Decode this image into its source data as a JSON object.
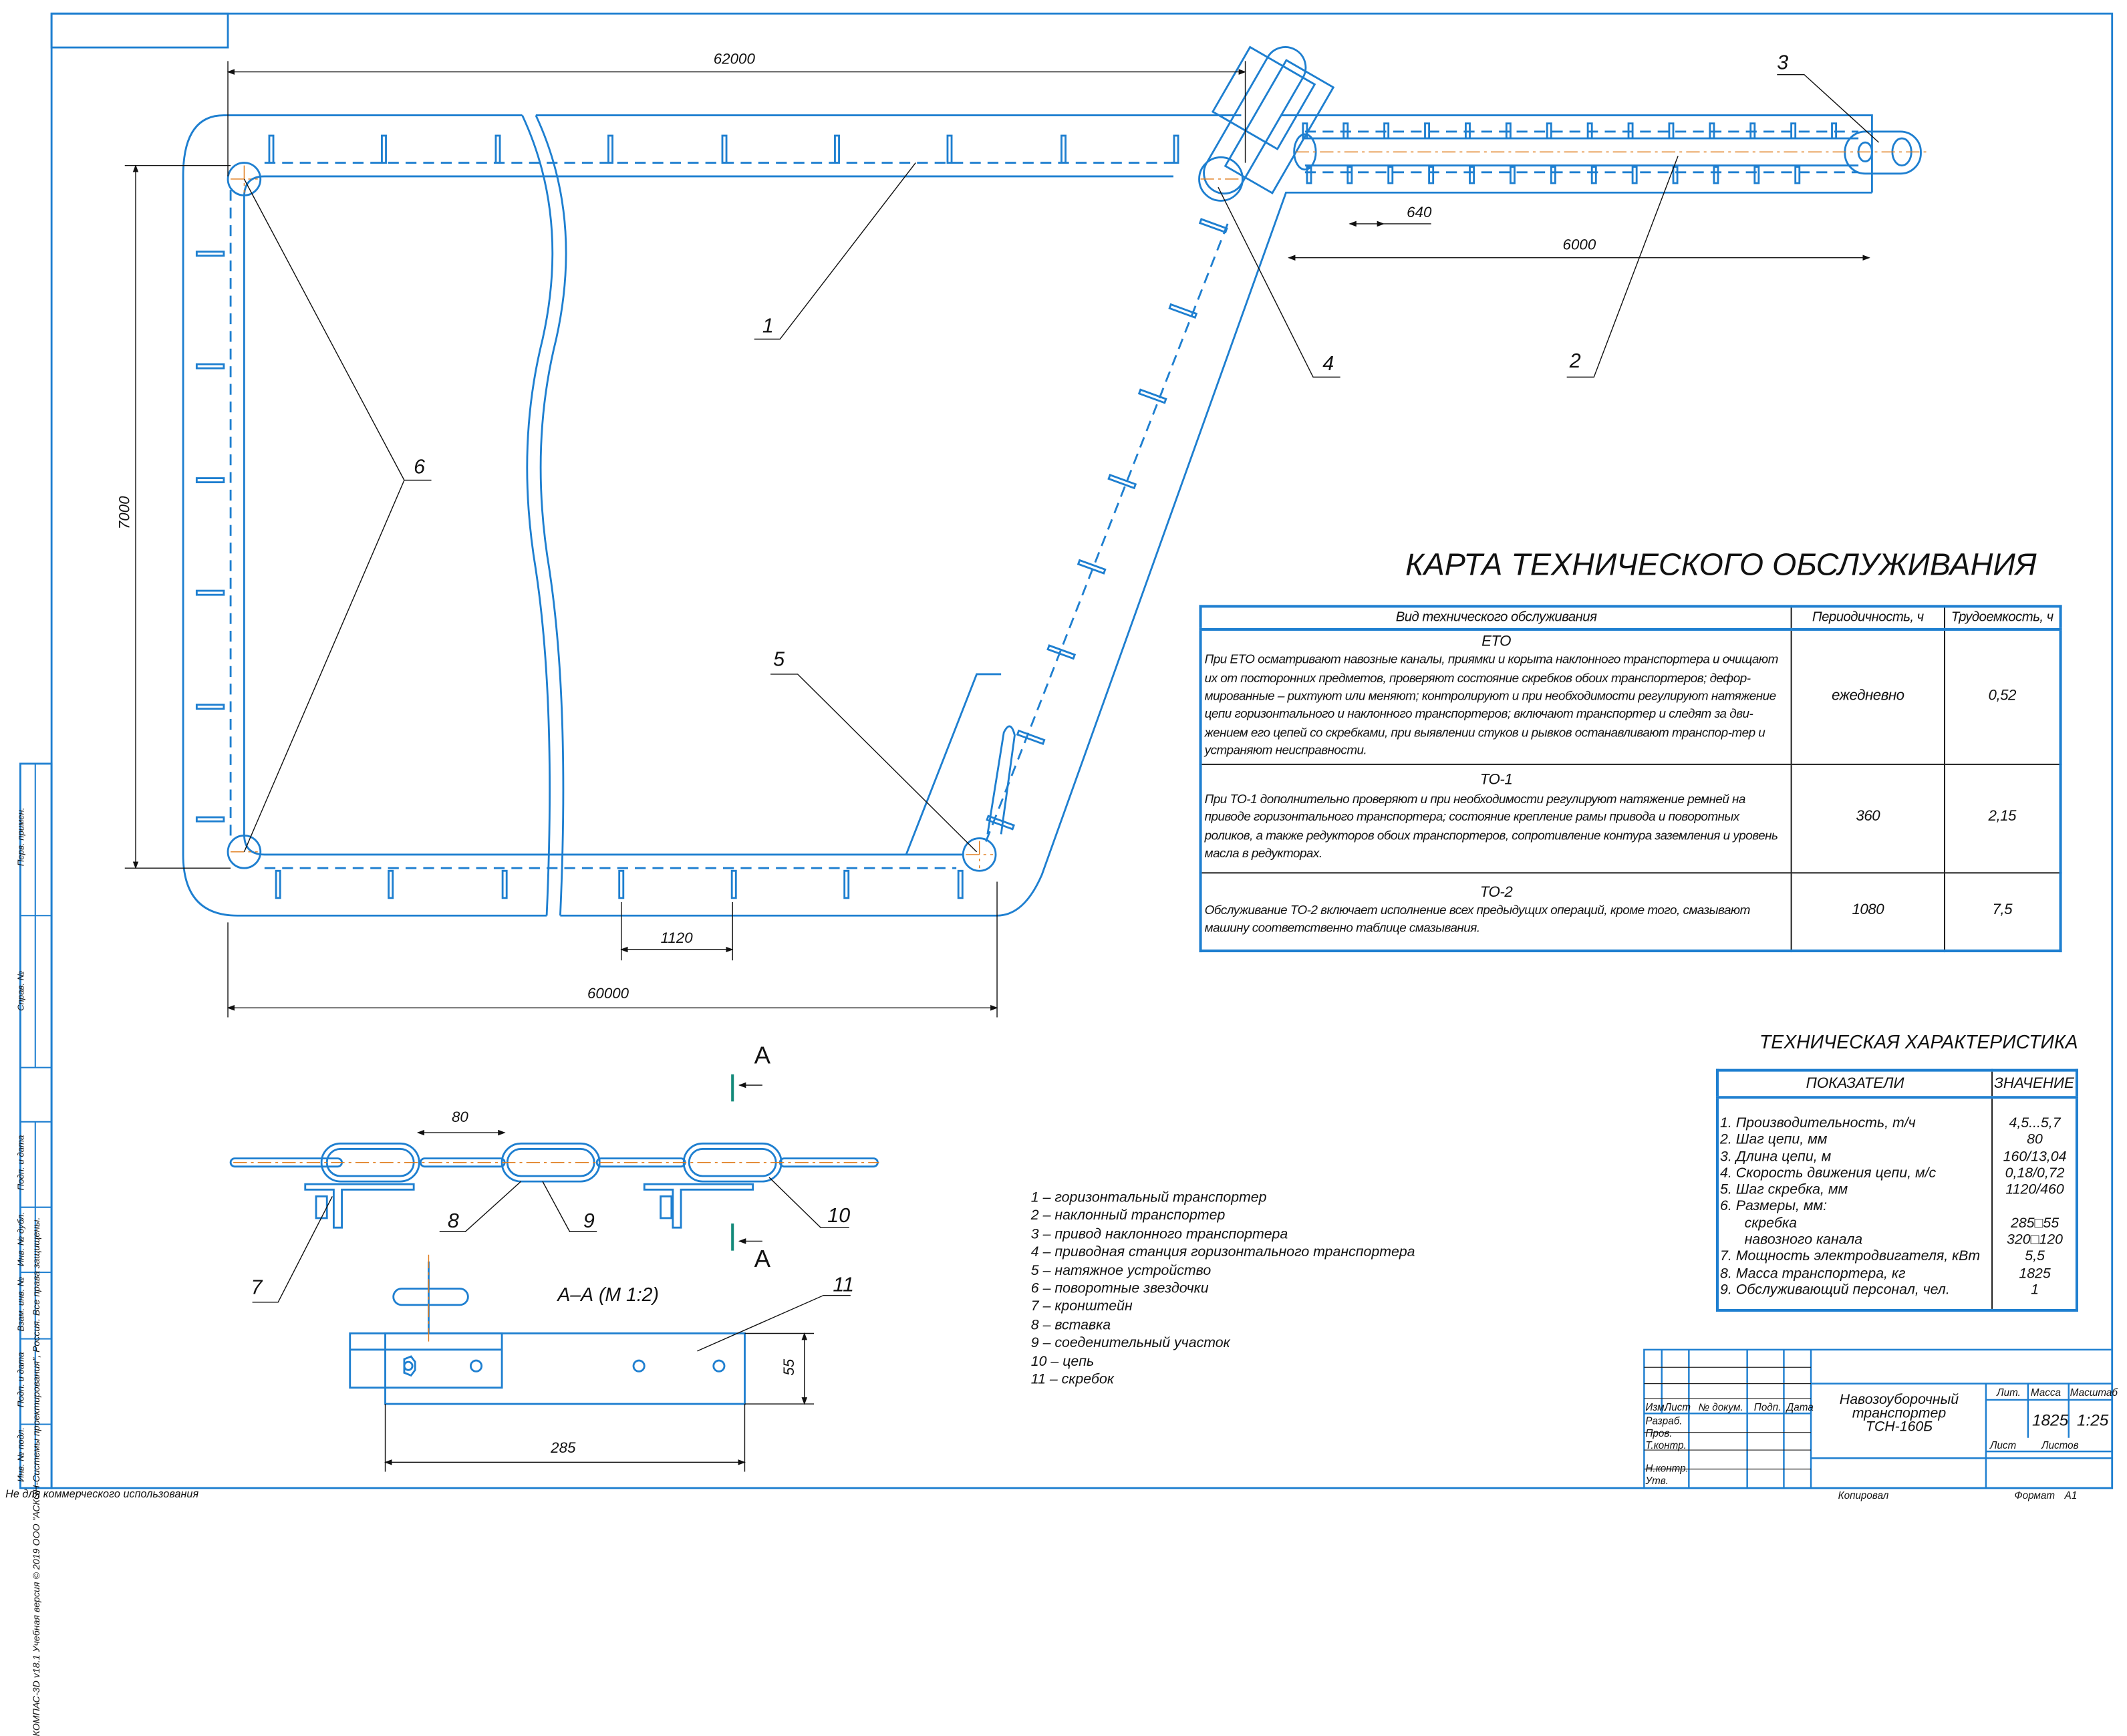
{
  "colors": {
    "line": "#1e7fd0",
    "axis": "#e07b1a",
    "section": "#138a7a",
    "text": "#111111"
  },
  "drawing": {
    "position_labels": [
      "1",
      "2",
      "3",
      "4",
      "5",
      "6"
    ],
    "dimensions": {
      "top_length": "62000",
      "height": "7000",
      "bottom_length": "60000",
      "scraper_step": "1120",
      "incline_step": "640",
      "incline_length": "6000"
    }
  },
  "maintenance": {
    "title": "КАРТА ТЕХНИЧЕСКОГО ОБСЛУЖИВАНИЯ",
    "headers": [
      "Вид технического обслуживания",
      "Периодичность, ч",
      "Трудоемкость, ч"
    ],
    "rows": [
      {
        "name": "ЕТО",
        "text": "При ЕТО осматривают навозные каналы, приямки и корыта наклонного транспортера и очищают их от посторонних предметов, проверяют состояние скребков обоих транспортеров; дефор-мированные – рихтуют или меняют; контролируют и при необходимости регулируют натяжение цепи горизонтального и наклонного транспортеров; включают транспортер и следят за дви-жением его цепей со скребками, при выявлении стуков и рывков останавливают транспор-тер и устраняют неисправности.",
        "period": "ежедневно",
        "labor": "0,52"
      },
      {
        "name": "ТО-1",
        "text": "При ТО-1 дополнительно проверяют и при необходимости регулируют натяжение ремней на приводе горизонтального транспортера; состояние крепление рамы привода и поворотных роликов, а также редукторов обоих транспортеров, сопротивление контура заземления и уровень масла в редукторах.",
        "period": "360",
        "labor": "2,15"
      },
      {
        "name": "ТО-2",
        "text": "Обслуживание ТО-2 включает исполнение всех предыдущих операций, кроме того, смазывают машину соответственно таблице смазывания.",
        "period": "1080",
        "labor": "7,5"
      }
    ]
  },
  "tech": {
    "title": "ТЕХНИЧЕСКАЯ ХАРАКТЕРИСТИКА",
    "headers": [
      "ПОКАЗАТЕЛИ",
      "ЗНАЧЕНИЕ"
    ],
    "rows": [
      {
        "name": "1. Производительность, т/ч",
        "value": "4,5...5,7"
      },
      {
        "name": "2. Шаг цепи, мм",
        "value": "80"
      },
      {
        "name": "3. Длина цепи, м",
        "value": "160/13,04"
      },
      {
        "name": "4. Скорость движения цепи, м/с",
        "value": "0,18/0,72"
      },
      {
        "name": "5. Шаг скребка, мм",
        "value": "1120/460"
      },
      {
        "name": "6. Размеры, мм:",
        "value": ""
      },
      {
        "name": "скребка",
        "value": "285□55"
      },
      {
        "name": "навозного канала",
        "value": "320□120"
      },
      {
        "name": "7. Мощность электродвигателя, кВт",
        "value": "5,5"
      },
      {
        "name": "8. Масса транспортера, кг",
        "value": "1825"
      },
      {
        "name": "9. Обслуживающий персонал, чел.",
        "value": "1"
      }
    ]
  },
  "legend": [
    "1 – горизонтальный транспортер",
    "2 – наклонный транспортер",
    "3 – привод наклонного транспортера",
    "4 – приводная станция горизонтального транспортера",
    "5 – натяжное устройство",
    "6 – поворотные звездочки",
    "7 – кронштейн",
    "8 – вставка",
    "9 – соеденительный участок",
    "10 – цепь",
    "11 – скребок"
  ],
  "detail": {
    "section_mark": "А",
    "section_title": "А–А (М 1:2)",
    "labels": [
      "7",
      "8",
      "9",
      "10",
      "11"
    ],
    "dimensions": {
      "pitch": "80",
      "scraper_width": "285",
      "scraper_height": "55"
    }
  },
  "title_block": {
    "product": [
      "Навозоуборочный",
      "транспортер",
      "ТСН-160Б"
    ],
    "columns": [
      "Изм.",
      "Лист",
      "№ докум.",
      "Подп.",
      "Дата"
    ],
    "roles": [
      "Разраб.",
      "Пров.",
      "Т.контр.",
      "",
      "Н.контр.",
      "Утв."
    ],
    "lit_label": "Лит.",
    "mass_label": "Масса",
    "scale_label": "Масштаб",
    "mass": "1825",
    "scale": "1:25",
    "sheet_label": "Лист",
    "sheets_label": "Листов",
    "copied": "Копировал",
    "format_label": "Формат",
    "format": "А1"
  },
  "side_stamp": {
    "labels": [
      "Перв. примен.",
      "Справ. №",
      "Подп. и дата",
      "Инв. № дубл.",
      "Взам. инв. №",
      "Подп. и дата",
      "Инв. № подл."
    ],
    "copyright": "КОМПАС-3D v18.1 Учебная версия © 2019 ООО \"АСКОН-Системы проектирования\", Россия. Все права защищены.",
    "noncommercial": "Не для коммерческого использования"
  }
}
